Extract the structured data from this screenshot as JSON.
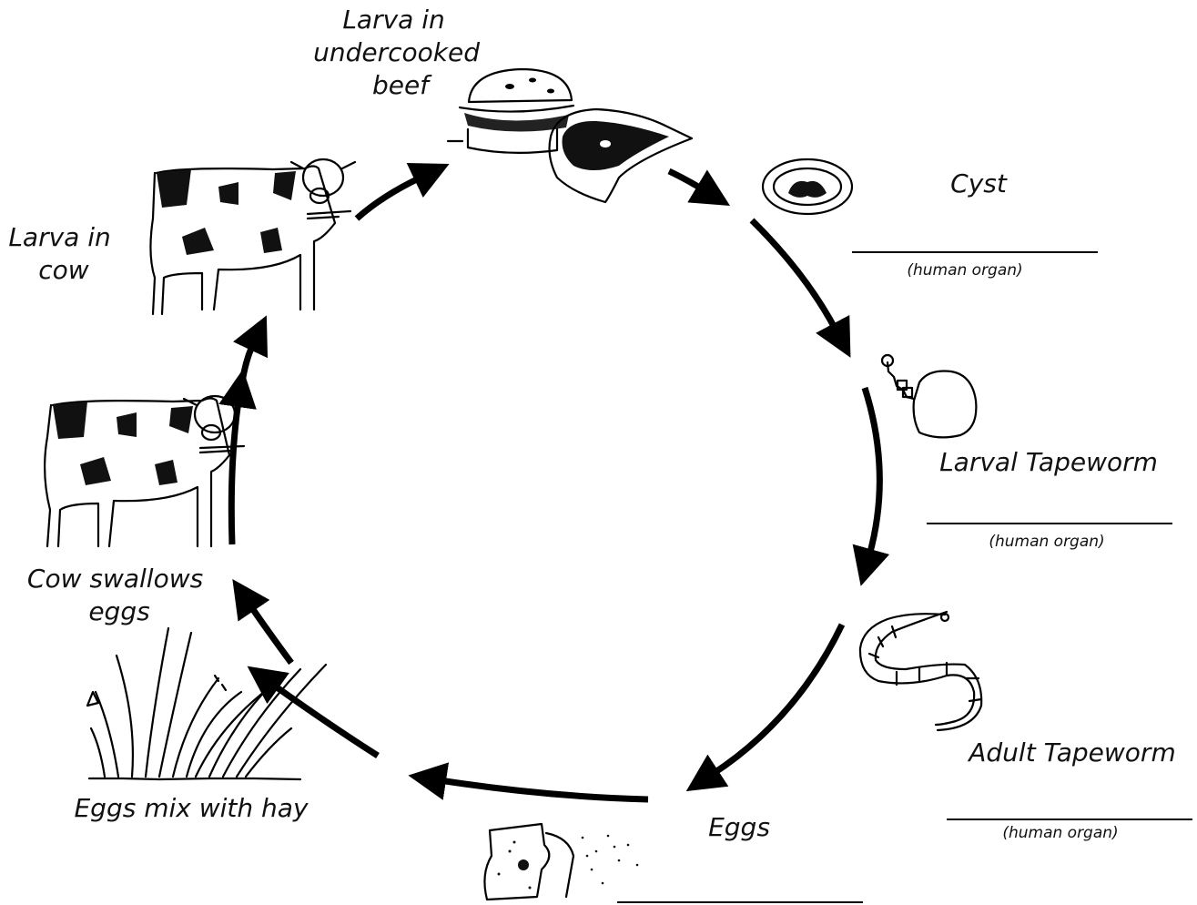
{
  "stages": {
    "beef": [
      "Larva in",
      "undercooked",
      "beef"
    ],
    "cyst": "Cyst",
    "larval_tapeworm": "Larval Tapeworm",
    "adult_tapeworm": "Adult Tapeworm",
    "eggs": "Eggs",
    "hay": "Eggs mix with hay",
    "cow_swallows": [
      "Cow swallows",
      "eggs"
    ],
    "larva_cow": [
      "Larva in",
      "cow"
    ]
  },
  "blank_hints": {
    "cyst": "(human organ)",
    "larval_tapeworm": "(human organ)",
    "adult_tapeworm": "(human organ)"
  },
  "icons": [
    "burger-icon",
    "steak-icon",
    "cyst-icon",
    "larval-tapeworm-icon",
    "adult-tapeworm-icon",
    "eggs-icon",
    "hay-icon",
    "cow-icon"
  ],
  "colors": {
    "ink": "#000000",
    "background": "#ffffff"
  }
}
